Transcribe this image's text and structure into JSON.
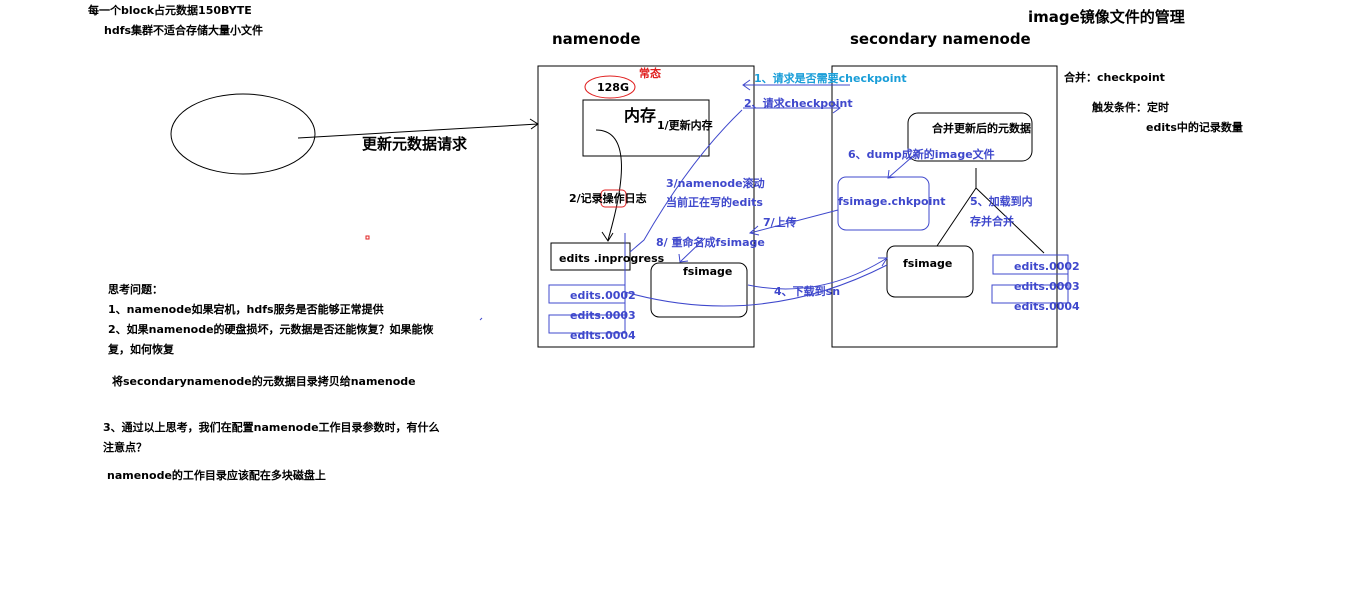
{
  "header": {
    "block_note": "每一个block占元数据150BYTE",
    "hdfs_note": "hdfs集群不适合存储大量小文件",
    "title": "image镜像文件的管理"
  },
  "namenode": {
    "title": "namenode",
    "memory_size": "128G",
    "normal_state": "常态",
    "memory": "内存",
    "update_memory": "1/更新内存",
    "log_ops": "2/记录操作日志",
    "edits_inprogress": "edits .inprogress",
    "fsimage": "fsimage",
    "edits": [
      "edits.0002",
      "edits.0003",
      "edits.0004"
    ]
  },
  "secondary": {
    "title": "secondary namenode",
    "merged_meta": "合并更新后的元数据",
    "fsimage_chk": "fsimage.chkpoint",
    "fsimage": "fsimage",
    "edits": [
      "edits.0002",
      "edits.0003",
      "edits.0004"
    ]
  },
  "client": {
    "request": "更新元数据请求"
  },
  "steps": {
    "s1": "1、请求是否需要checkpoint",
    "s2": "2、请求checkpoint",
    "s3a": "3/namenode滚动",
    "s3b": "当前正在写的edits",
    "s4": "4、下载到sn",
    "s5a": "5、加载到内",
    "s5b": "存并合并",
    "s6": "6、dump成新的image文件",
    "s7": "7/上传",
    "s8": "8/ 重命名成fsimage"
  },
  "checkpoint": {
    "merge": "合并：checkpoint",
    "trigger": "触发条件：定时",
    "count": "edits中的记录数量"
  },
  "questions": {
    "heading": "思考问题：",
    "q1": "1、namenode如果宕机，hdfs服务是否能够正常提供",
    "q2a": "2、如果namenode的硬盘损坏，元数据是否还能恢复？如果能恢",
    "q2b": "复，如何恢复",
    "a2": "将secondarynamenode的元数据目录拷贝给namenode",
    "q3a": "3、通过以上思考，我们在配置namenode工作目录参数时，有什么",
    "q3b": "注意点？",
    "a3": "namenode的工作目录应该配在多块磁盘上"
  },
  "colors": {
    "ink": "#000000",
    "blue": "#3f48cc",
    "cyan": "#1a9ed8",
    "red": "#e02020"
  }
}
